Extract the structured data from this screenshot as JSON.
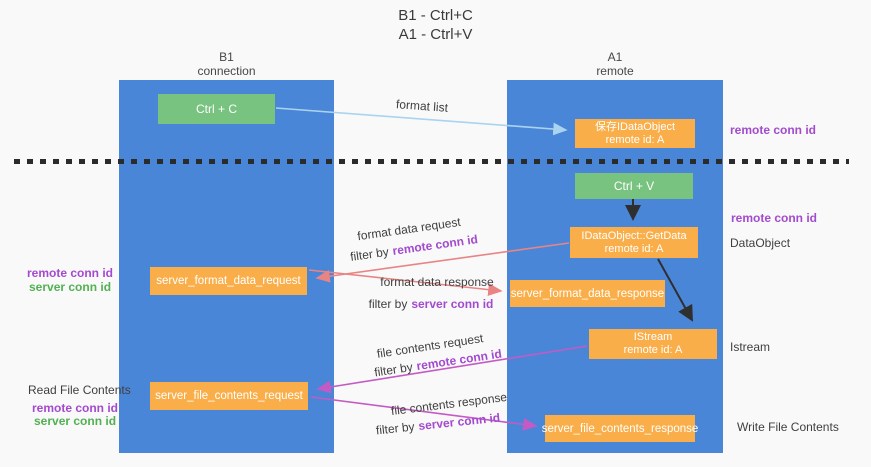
{
  "title": {
    "line1": "B1 - Ctrl+C",
    "line2": "A1 - Ctrl+V"
  },
  "columns": {
    "left": {
      "name": "B1",
      "role": "connection"
    },
    "right": {
      "name": "A1",
      "role": "remote"
    }
  },
  "boxes": {
    "ctrl_c": {
      "label": "Ctrl + C"
    },
    "ctrl_v": {
      "label": "Ctrl + V"
    },
    "save_idataobject": {
      "line1": "保存IDataObject",
      "line2": "remote id: A"
    },
    "idataobject_getdata": {
      "line1": "IDataObject::GetData",
      "line2": "remote id: A"
    },
    "istream": {
      "line1": "IStream",
      "line2": "remote id: A"
    },
    "server_format_data_request": {
      "label": "server_format_data_request"
    },
    "server_format_data_response": {
      "label": "server_format_data_response"
    },
    "server_file_contents_request": {
      "label": "server_file_contents_request"
    },
    "server_file_contents_response": {
      "label": "server_file_contents_response"
    }
  },
  "arrow_labels": {
    "format_list": "format list",
    "format_data_request": "format data request",
    "format_data_response": "format data response",
    "file_contents_request": "file contents request",
    "file_contents_response": "file contents response",
    "filter_by": "filter by",
    "remote_conn_id": "remote conn id",
    "server_conn_id": "server conn id"
  },
  "side_labels": {
    "right_remote_conn_id_top": "remote conn id",
    "right_remote_conn_id_mid": "remote conn id",
    "right_dataobject": "DataObject",
    "right_istream": "Istream",
    "right_write_file_contents": "Write File Contents",
    "left_remote_conn_id_top": "remote conn id",
    "left_server_conn_id_top": "server conn id",
    "left_read_file_contents": "Read File Contents",
    "left_remote_conn_id_bottom": "remote conn id",
    "left_server_conn_id_bottom": "server conn id"
  },
  "colors": {
    "lifeline_blue": "#4a86d8",
    "action_green": "#77c37f",
    "message_orange": "#f9ae49",
    "conn_id_purple": "#a34ace",
    "conn_id_green": "#52b152",
    "arrow_salmon": "#e98484",
    "arrow_magenta": "#c45ac4",
    "arrow_light_blue": "#aad3f0",
    "arrow_black": "#2f2f2f"
  }
}
